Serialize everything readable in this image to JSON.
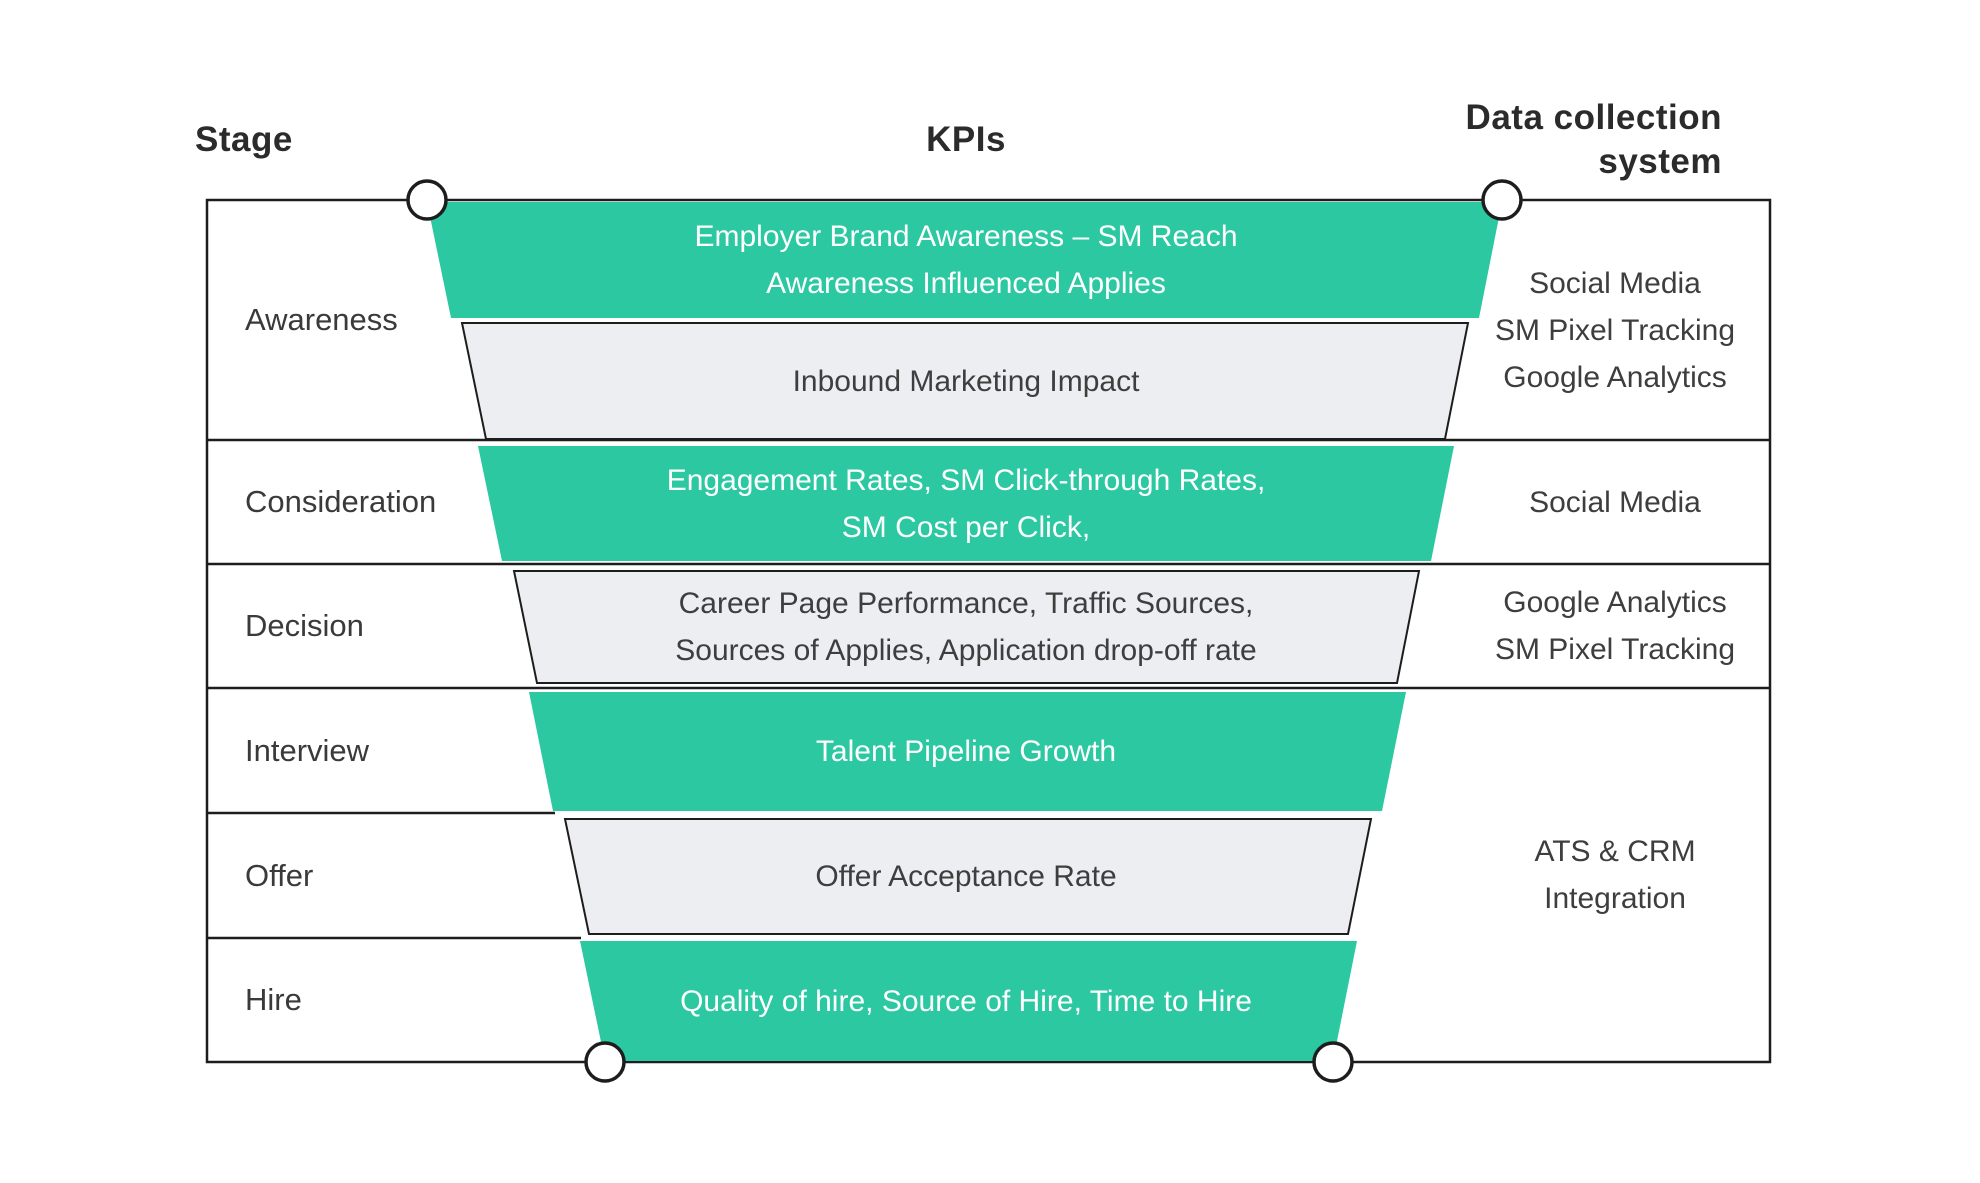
{
  "headers": {
    "stage": "Stage",
    "kpis": "KPIs",
    "data_collection": [
      "Data collection",
      "system"
    ]
  },
  "stages": [
    "Awareness",
    "Consideration",
    "Decision",
    "Interview",
    "Offer",
    "Hire"
  ],
  "funnel_bands": [
    {
      "style": "green",
      "lines": [
        "Employer Brand Awareness – SM Reach",
        "Awareness Influenced Applies"
      ]
    },
    {
      "style": "gray",
      "lines": [
        "Inbound Marketing Impact"
      ]
    },
    {
      "style": "green",
      "lines": [
        "Engagement Rates, SM Click-through Rates,",
        "SM Cost per Click,"
      ]
    },
    {
      "style": "gray",
      "lines": [
        "Career Page Performance, Traffic Sources,",
        "Sources of Applies, Application drop-off rate"
      ]
    },
    {
      "style": "green",
      "lines": [
        "Talent Pipeline Growth"
      ]
    },
    {
      "style": "gray",
      "lines": [
        "Offer Acceptance Rate"
      ]
    },
    {
      "style": "green",
      "lines": [
        "Quality of hire, Source of Hire, Time to Hire"
      ]
    }
  ],
  "data_systems": [
    {
      "lines": [
        "Social Media",
        "SM Pixel Tracking",
        "Google Analytics"
      ]
    },
    {
      "lines": [
        "Social Media"
      ]
    },
    {
      "lines": [
        "Google Analytics",
        "SM Pixel Tracking"
      ]
    },
    {
      "lines": [
        "ATS & CRM",
        "Integration"
      ]
    }
  ],
  "colors": {
    "funnel_green": "#2bc8a1",
    "band_gray": "#eceef1",
    "outline": "#1d1d1d",
    "heading_text": "#2b2b2b",
    "body_text": "#3e3e3e",
    "band_text_light": "#ffffff"
  }
}
